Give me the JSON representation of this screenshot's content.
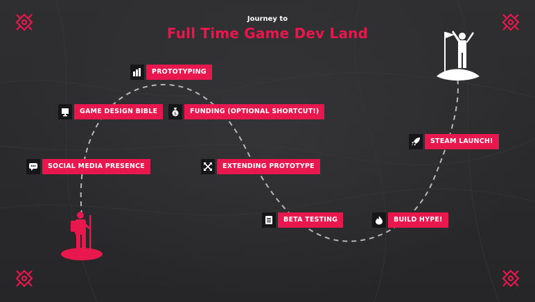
{
  "title": {
    "top": "Journey to",
    "main": "Full Time Game Dev Land"
  },
  "milestones": [
    {
      "label": "PROTOTYPING",
      "icon": "building-blocks-icon"
    },
    {
      "label": "GAME DESIGN BIBLE",
      "icon": "monitor-icon"
    },
    {
      "label": "FUNDING (OPTIONAL SHORTCUT!)",
      "icon": "money-bag-icon"
    },
    {
      "label": "SOCIAL MEDIA PRESENCE",
      "icon": "chat-bubble-icon"
    },
    {
      "label": "EXTENDING PROTOTYPE",
      "icon": "expand-arrows-icon"
    },
    {
      "label": "BETA TESTING",
      "icon": "checklist-icon"
    },
    {
      "label": "BUILD HYPE!",
      "icon": "flame-icon"
    },
    {
      "label": "STEAM LAUNCH!",
      "icon": "rocket-icon"
    }
  ],
  "colors": {
    "accent": "#e8174e",
    "background": "#2b2b2d",
    "icon_box": "#161618",
    "path": "#b8b8b8"
  }
}
